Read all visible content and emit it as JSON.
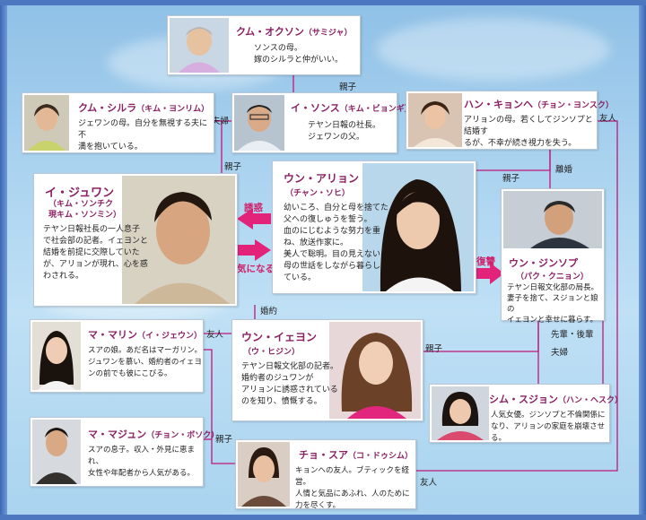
{
  "characters": {
    "kum_okusun": {
      "name": "クム・オクソン",
      "actor": "（サミジャ）",
      "desc": "ソンスの母。\n嫁のシルラと仲がいい。"
    },
    "kum_shilla": {
      "name": "クム・シルラ",
      "actor": "（キム・ヨンリム）",
      "desc": "ジェワンの母。自分を無視する夫に不\n満を抱いている。"
    },
    "i_sonsu": {
      "name": "イ・ソンス",
      "actor": "（キム・ビョンギ）",
      "desc": "テヤン日報の社長。\nジェワンの父。"
    },
    "han_kyonhe": {
      "name": "ハン・キョンヘ",
      "actor": "（チョン・ヨンスク）",
      "desc": "アリョンの母。若くしてジンソプと結婚す\nるが、不幸が続き視力を失う。"
    },
    "i_juwan": {
      "name": "イ・ジュワン",
      "actor": "（キム・ソンチク\n現キム・ソンミン）",
      "desc": "テヤン日報社長の一人息子\nで社会部の記者。イェヨンと\n結婚を前提に交際していた\nが、アリョンが現れ、心を惑\nわされる。"
    },
    "un_aryon": {
      "name": "ウン・アリョン",
      "actor": "（チャン・ソヒ）",
      "desc": "幼いころ、自分と母を捨てた\n父への復しゅうを誓う。\n血のにじむような努力を重\nね、放送作家に。\n美人で聡明。目の見えない\n母の世話をしながら暮らし\nている。"
    },
    "un_jinsop": {
      "name": "ウン・ジンソプ",
      "actor": "（パク・クニョン）",
      "desc": "テヤン日報文化部の局長。\n妻子を捨て、スジョンと娘の\nイェヨンと幸せに暮らす。"
    },
    "ma_marin": {
      "name": "マ・マリン",
      "actor": "（イ・ジェウン）",
      "desc": "スアの娘。あだ名はマーガリン。\nジュワンを慕い、婚約者のイェヨ\nンの前でも彼にこびる。"
    },
    "un_iyeyon": {
      "name": "ウン・イェヨン",
      "actor": "（ウ・ヒジン）",
      "desc": "テヤン日報文化部の記者。\n婚約者のジュワンが\nアリョンに誘惑されている\nのを知り、憤慨する。"
    },
    "shim_sujon": {
      "name": "シム・スジョン",
      "actor": "（ハン・ヘスク）",
      "desc": "人気女優。ジンソプと不倫関係に\nなり、アリョンの家庭を崩壊させる。"
    },
    "ma_majun": {
      "name": "マ・マジュン",
      "actor": "（チョン・ボソク）",
      "desc": "スアの息子。収入・外見に恵まれ、\n女性や年配者から人気がある。"
    },
    "cho_sua": {
      "name": "チョ・スア",
      "actor": "（コ・ドゥシム）",
      "desc": "キョンヘの友人。ブティックを経営。\n人情と気品にあふれ、人のために\n力を尽くす。"
    }
  },
  "relations": {
    "oyako": "親子",
    "fuufu": "夫婦",
    "yuujin": "友人",
    "rikon": "離婚",
    "konyaku": "婚約",
    "senpai_kouhai": "先輩・後輩"
  },
  "arrows": {
    "yuuwaku": "誘惑",
    "kininaru": "気になる",
    "fukushuu": "復讐"
  },
  "colors": {
    "name": "#8a1f62",
    "line": "#c0187a",
    "arrow": "#e3237a",
    "sky": "#a9d2ef"
  }
}
